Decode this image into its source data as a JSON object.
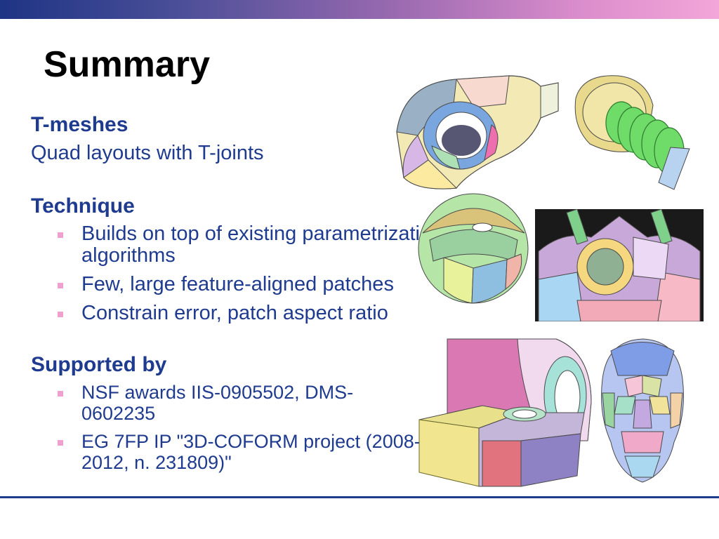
{
  "slide": {
    "title": "Summary",
    "sections": [
      {
        "heading": "T-meshes",
        "text": "Quad layouts with T-joints",
        "bullets": []
      },
      {
        "heading": "Technique",
        "text": "",
        "bullets": [
          "Builds on top of existing parametrization algorithms",
          "Few, large feature-aligned patches",
          "Constrain error, patch aspect ratio"
        ]
      },
      {
        "heading": "Supported by",
        "text": "",
        "bullets": [
          "NSF awards IIS-0905502, DMS-0602235",
          "EG 7FP IP \"3D-COFORM project (2008-2012, n. 231809)\""
        ]
      }
    ]
  },
  "colors": {
    "text_blue": "#1f3b8f",
    "bullet_pink": "#f0a0cf",
    "bar_start": "#1e3484",
    "bar_end": "#f3a6d8"
  }
}
